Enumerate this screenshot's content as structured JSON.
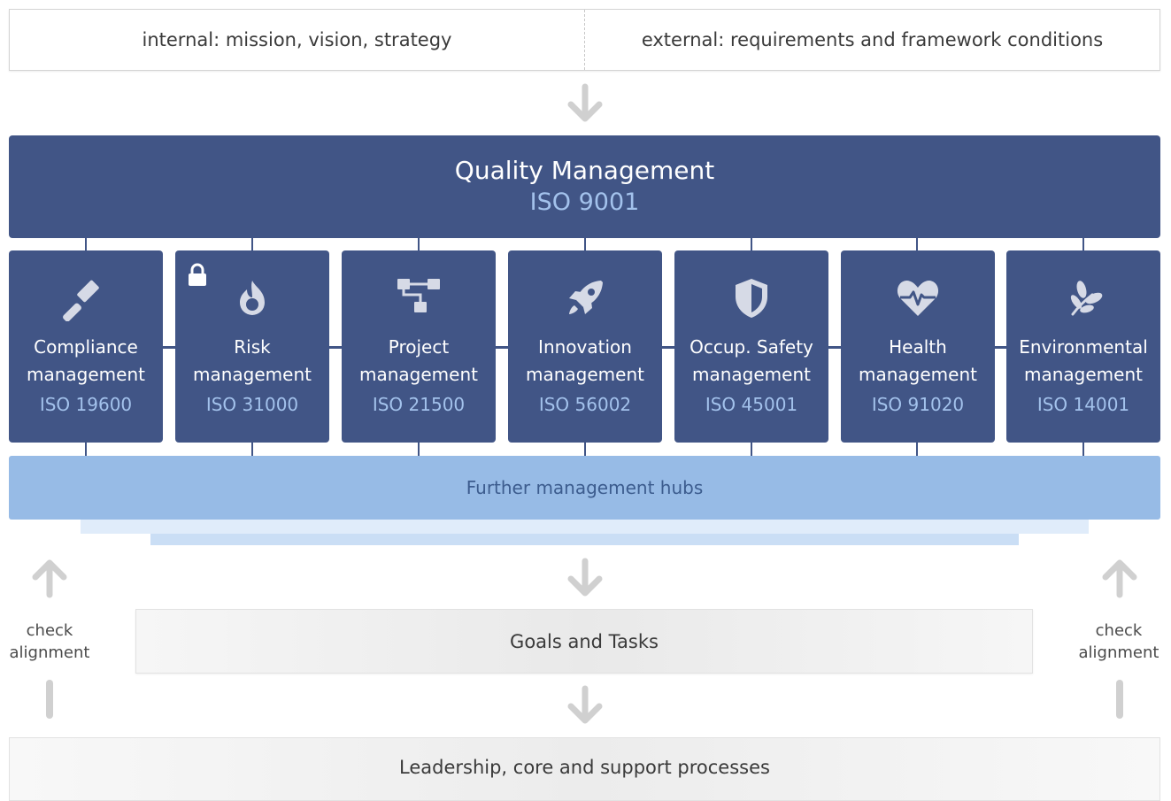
{
  "context": {
    "internal": "internal: mission, vision, strategy",
    "external": "external: requirements and framework conditions"
  },
  "quality": {
    "title": "Quality Management",
    "iso": "ISO 9001"
  },
  "hubs": [
    {
      "name": "Compliance\nmanagement",
      "iso": "ISO 19600",
      "icon": "gavel-icon"
    },
    {
      "name": "Risk\nmanagement",
      "iso": "ISO 31000",
      "icon": "flame-icon",
      "locked": true
    },
    {
      "name": "Project\nmanagement",
      "iso": "ISO 21500",
      "icon": "hierarchy-icon"
    },
    {
      "name": "Innovation\nmanagement",
      "iso": "ISO 56002",
      "icon": "rocket-icon"
    },
    {
      "name": "Occup. Safety\nmanagement",
      "iso": "ISO 45001",
      "icon": "shield-icon"
    },
    {
      "name": "Health\nmanagement",
      "iso": "ISO 91020",
      "icon": "heartbeat-icon"
    },
    {
      "name": "Environmental\nmanagement",
      "iso": "ISO 14001",
      "icon": "leaf-icon"
    }
  ],
  "further_hubs": "Further management hubs",
  "goals": "Goals and Tasks",
  "leadership": "Leadership, core and support processes",
  "check_alignment": "check\nalignment",
  "colors": {
    "dark_blue": "#415586",
    "light_blue": "#97bbe6",
    "iso_text": "#a3c2ec",
    "arrow_gray": "#d0d0d0"
  }
}
